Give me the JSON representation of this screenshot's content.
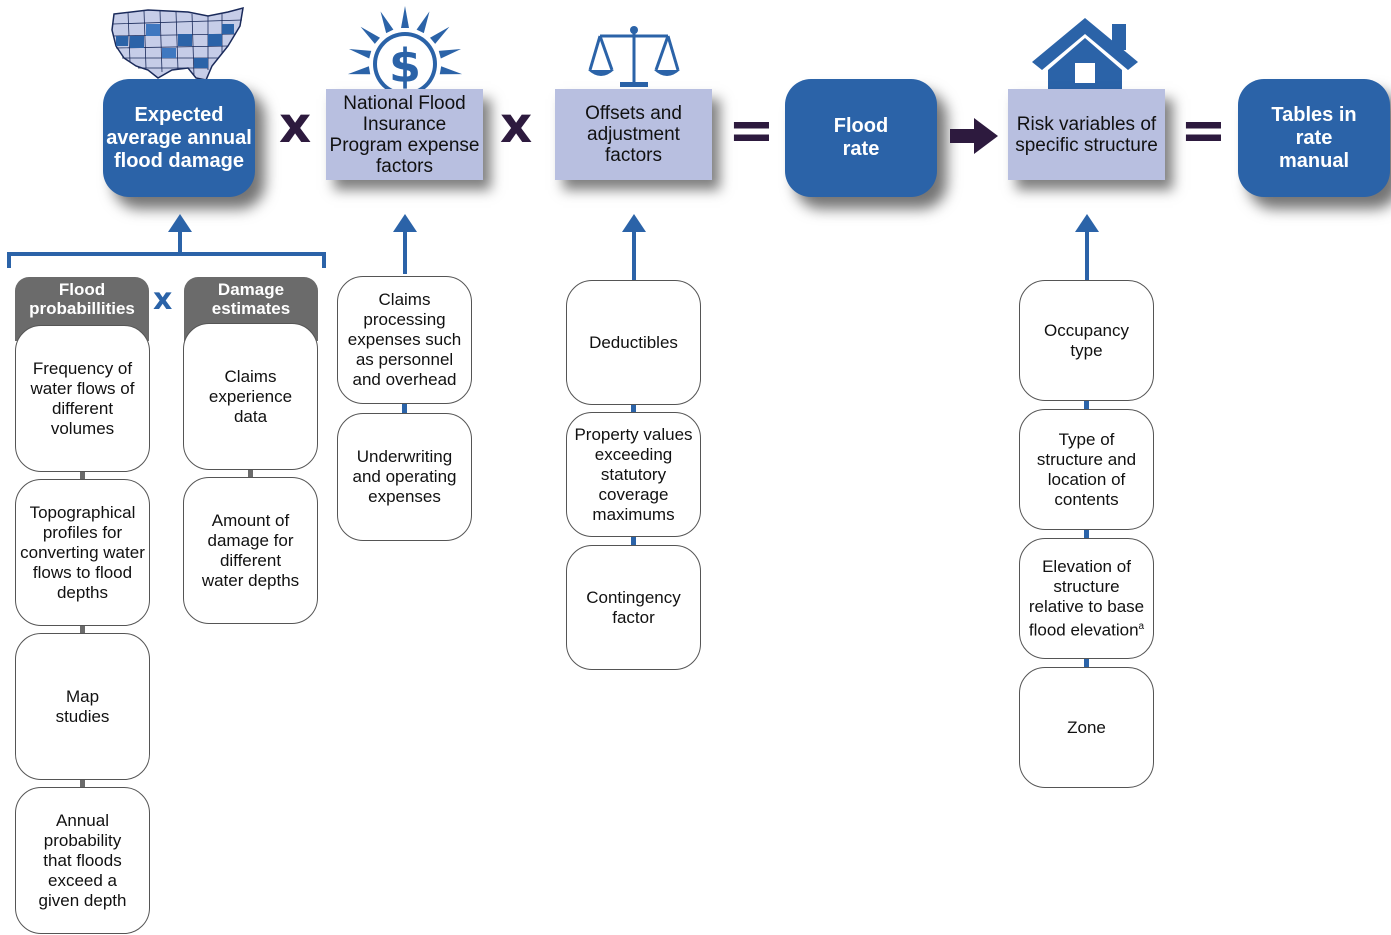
{
  "top_row": {
    "expected_damage": "Expected average annual flood damage",
    "nfip_expense": "National Flood Insurance Program expense factors",
    "offsets": "Offsets and adjustment factors",
    "flood_rate": "Flood rate",
    "risk_variables": "Risk variables of specific structure",
    "tables": "Tables in rate manual",
    "op_multiply": "x",
    "op_equals": "="
  },
  "damage_inputs": {
    "prob_header": "Flood probabillities",
    "damage_header": "Damage estimates",
    "times": "x",
    "prob_items": [
      "Frequency of water flows of different volumes",
      "Topographical profiles for converting water flows to flood depths",
      "Map studies",
      "Annual probability that floods exceed a given depth"
    ],
    "damage_items": [
      "Claims experience data",
      "Amount of damage for different water depths"
    ]
  },
  "expense_items": [
    "Claims processing expenses such as personnel and overhead",
    "Underwriting and operating expenses"
  ],
  "offset_items": [
    "Deductibles",
    "Property values exceeding statutory coverage maximums",
    "Contingency factor"
  ],
  "risk_items": {
    "occupancy": "Occupancy type",
    "structure_type": "Type of structure and location of contents",
    "elevation": "Elevation of structure relative to base flood elevation",
    "elevation_note": "a",
    "zone": "Zone"
  },
  "icons": [
    "us-map-icon",
    "dollar-sun-icon",
    "scales-icon",
    "house-icon"
  ],
  "colors": {
    "accent": "#2b63a8",
    "lavender": "#b8bfe0",
    "operator": "#2d1a3e",
    "gray_tab": "#6b6b6b"
  }
}
